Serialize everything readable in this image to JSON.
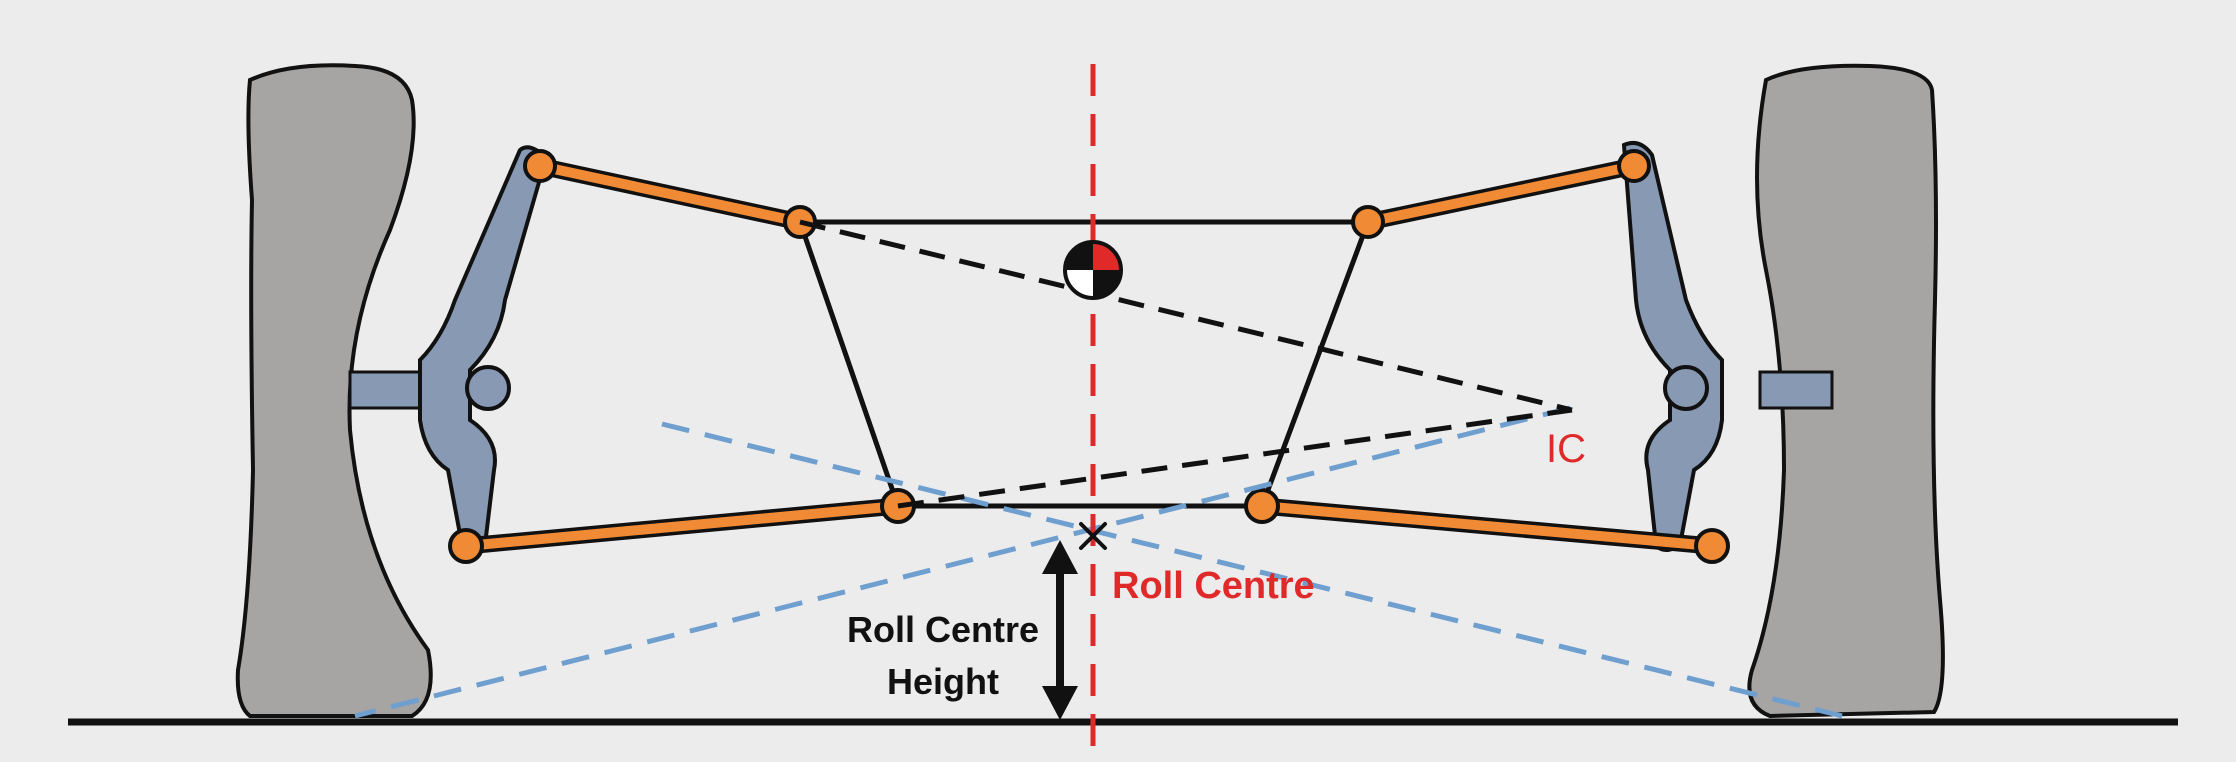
{
  "labels": {
    "ic": "IC",
    "roll_centre": "Roll Centre",
    "roll_centre_height_line1": "Roll Centre",
    "roll_centre_height_line2": "Height"
  },
  "colors": {
    "background": "#ececec",
    "tyre": "#a7a4a4",
    "upright": "#8899b4",
    "wishbone": "#f08a35",
    "chassis_outline": "#111111",
    "construction_line_black": "#111111",
    "construction_line_blue": "#6f9fcf",
    "centreline_red": "#e02a2a"
  },
  "icons": {
    "centre_of_gravity": "cg-quartered-circle-icon",
    "roll_centre_marker": "x-cross-icon",
    "height_dimension": "double-arrow-icon"
  }
}
